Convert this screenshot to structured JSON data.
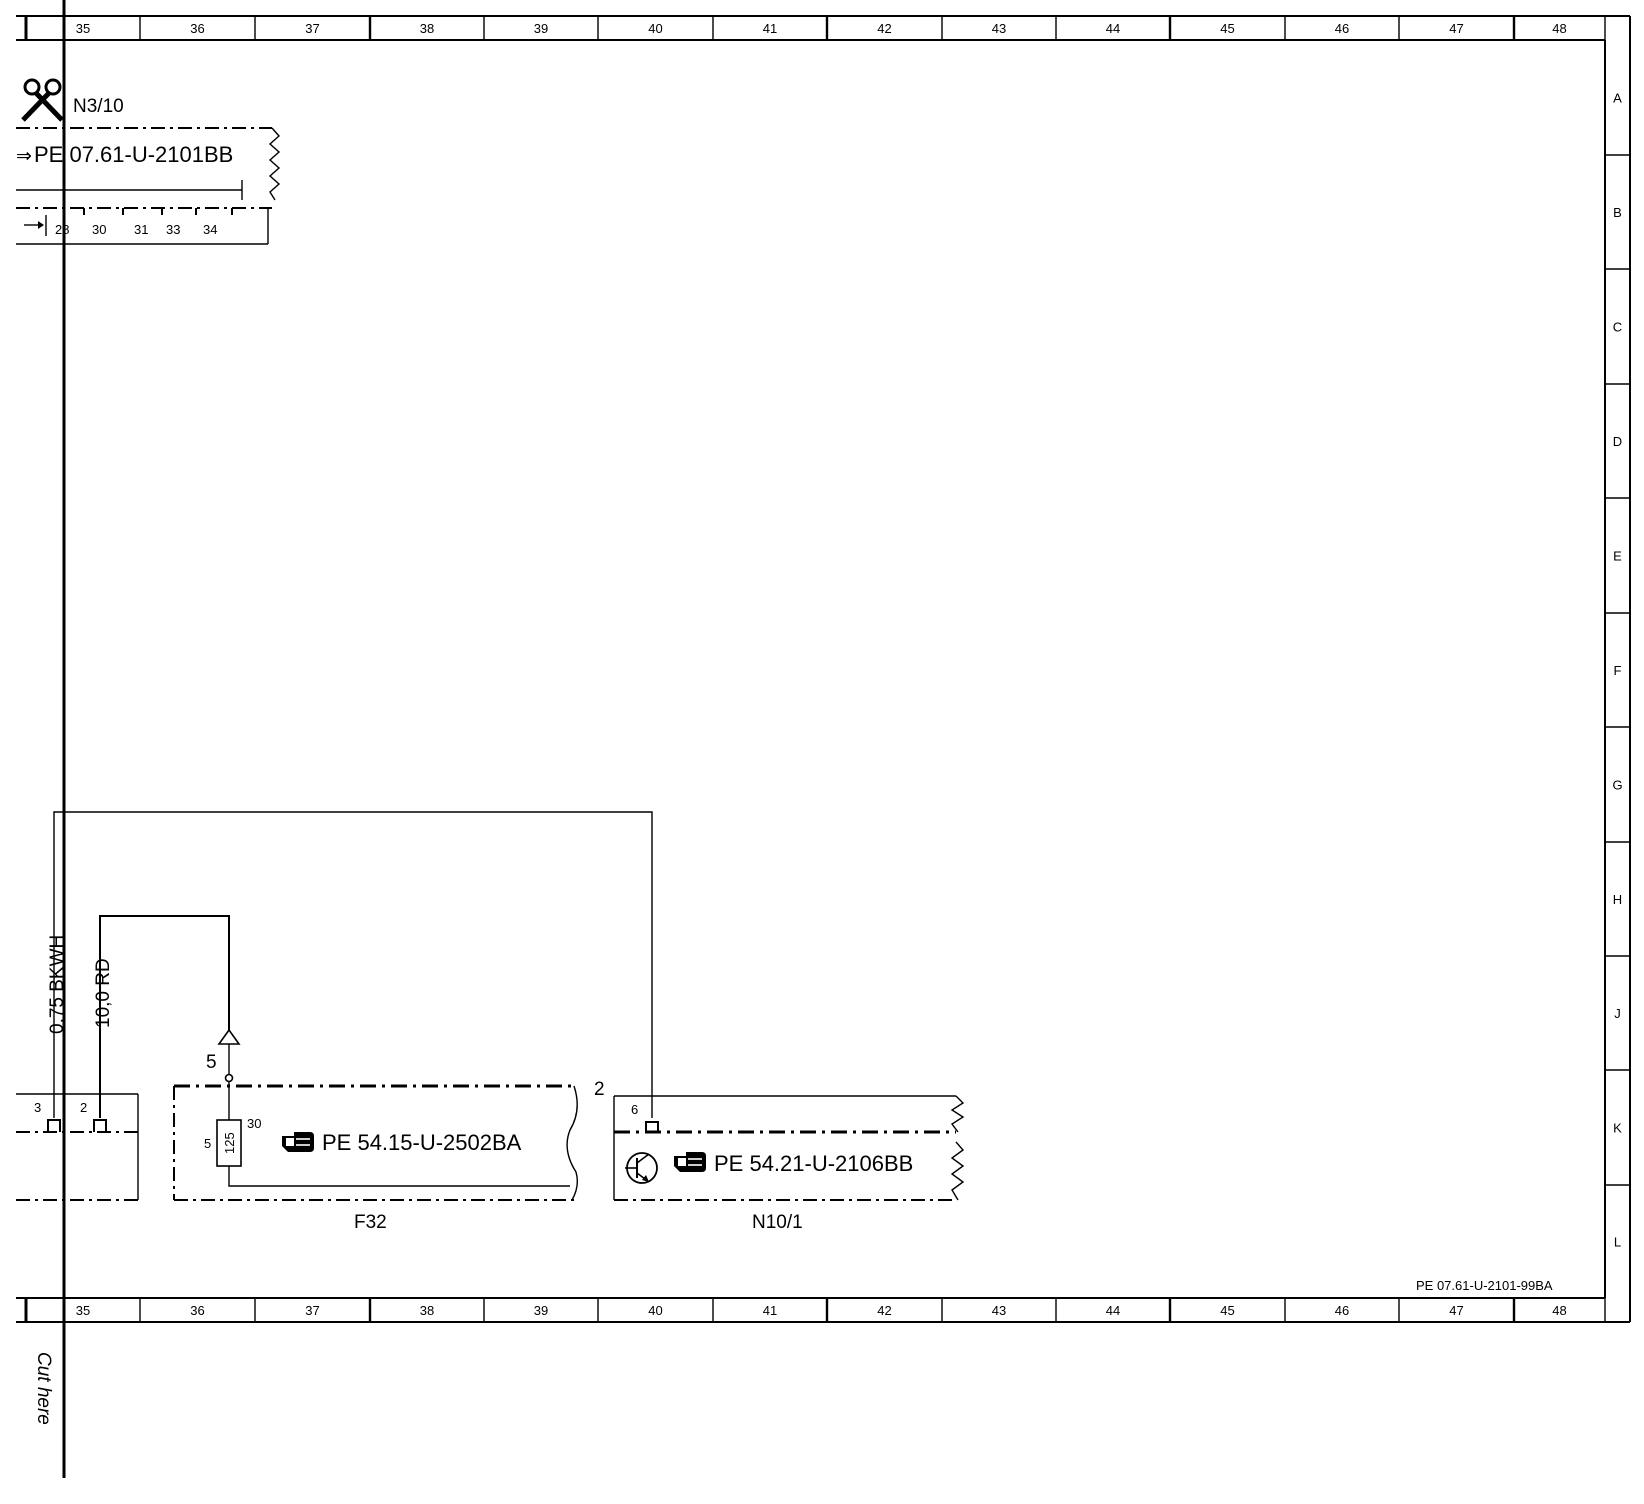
{
  "columns": [
    "35",
    "36",
    "37",
    "38",
    "39",
    "40",
    "41",
    "42",
    "43",
    "44",
    "45",
    "46",
    "47",
    "48"
  ],
  "rows": [
    "A",
    "B",
    "C",
    "D",
    "E",
    "F",
    "G",
    "H",
    "J",
    "K",
    "L"
  ],
  "drawing_id": "PE 07.61-U-2101-99BA",
  "cut_label": "Cut here",
  "n3_10": {
    "name": "N3/10",
    "ref": "PE 07.61-U-2101BB",
    "arrow_glyph": "⇒",
    "pins": [
      "28",
      "30",
      "31",
      "33",
      "34"
    ]
  },
  "wires": {
    "w1": "0,75 BKWH",
    "w2": "10,0 RD"
  },
  "left_connector": {
    "pin_3": "3",
    "pin_2": "2"
  },
  "f32": {
    "name": "F32",
    "ref": "PE 54.15-U-2502BA",
    "fuse_value": "125",
    "pin_left": "5",
    "pin_right": "30",
    "node_label": "5",
    "pointer_icon": "pointing-hand-icon"
  },
  "n10_1": {
    "name": "N10/1",
    "ref": "PE 54.21-U-2106BB",
    "pin": "6",
    "corner_label": "2",
    "pointer_icon": "pointing-hand-icon"
  }
}
